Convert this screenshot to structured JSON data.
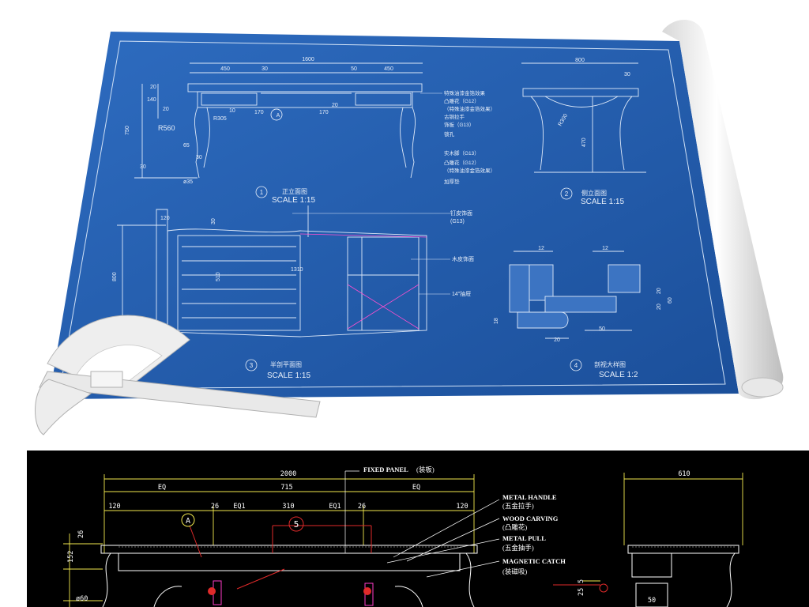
{
  "blueprint": {
    "front_view": {
      "title": "正立面图",
      "number": "1",
      "scale": "SCALE 1:15",
      "dims": {
        "overall": "1600",
        "left_drawer": "450",
        "center_a": "30",
        "center_b": "50",
        "right_drawer": "450",
        "height": "750",
        "d_20": "20",
        "d_140": "140",
        "d_20b": "20",
        "radius": "R560",
        "d_65": "65",
        "d_30": "30",
        "d_30b": "30",
        "foot_dia": "ø35",
        "mid_170a": "170",
        "mid_170b": "170",
        "mid_20": "20",
        "mid_10": "10",
        "r305": "R305",
        "marker": "A"
      },
      "callouts": [
        "特殊油漆金箔效果",
        "凸雕花（G12）",
        "（特殊油漆金箔效果）",
        "古铜拉手",
        "饰板（G13）",
        "锁孔",
        "实木脚（G13）",
        "凸雕花（G12）",
        "（特殊油漆金箔效果）",
        "加厚垫"
      ]
    },
    "side_view": {
      "title": "侧立面图",
      "number": "2",
      "scale": "SCALE 1:15",
      "dims": {
        "width": "800",
        "d_30": "30",
        "r300": "R300",
        "d_470": "470"
      }
    },
    "plan_view": {
      "title": "半剖平面图",
      "number": "3",
      "scale": "SCALE 1:15",
      "dims": {
        "d_30": "30",
        "d_800": "800",
        "d_1310": "1310",
        "d_510": "510",
        "d_120": "120"
      },
      "callouts": [
        "钉皮饰面",
        "(G13)",
        "木皮饰面",
        "14\"抽屉"
      ]
    },
    "detail_view": {
      "title": "剖视大样图",
      "number": "4",
      "scale": "SCALE 1:2",
      "dims": {
        "top_left": "12",
        "top_right": "12",
        "r_20": "20",
        "r_20b": "20",
        "r_60": "60",
        "left_18": "18",
        "bottom_50": "50",
        "bottom_20": "20"
      }
    }
  },
  "cad": {
    "dims": {
      "overall": "2000",
      "eq": "EQ",
      "center": "715",
      "eq_right": "EQ",
      "side_width": "610",
      "left_120": "120",
      "d_26": "26",
      "eq1": "EQ1",
      "mid_310": "310",
      "eq1_b": "EQ1",
      "d_26b": "26",
      "right_120": "120",
      "left_26": "26",
      "left_152": "152",
      "left_60": "ø60",
      "side_50": "50",
      "side_25": "25",
      "side_5": "5"
    },
    "markers": {
      "a": "A",
      "five": "5"
    },
    "labels": {
      "fixed_panel": "FIXED PANEL",
      "fixed_panel_cn": "(装板)",
      "metal_handle": "METAL HANDLE",
      "metal_handle_cn": "(五金拉手)",
      "wood_carving": "WOOD CARVING",
      "wood_carving_cn": "(凸雕花)",
      "metal_pull": "METAL PULL",
      "metal_pull_cn": "(五金抽手)",
      "magnetic_catch": "MAGNETIC CATCH",
      "magnetic_catch_cn": "(装磁吸)"
    }
  },
  "colors": {
    "blueprint": "#1f5aa8",
    "blueprint_line": "#cfe0f5",
    "cad_bg": "#000000",
    "cad_yellow": "#f2e94e",
    "cad_white": "#ffffff",
    "cad_red": "#e02a2a",
    "cad_magenta": "#ff3dc8"
  }
}
